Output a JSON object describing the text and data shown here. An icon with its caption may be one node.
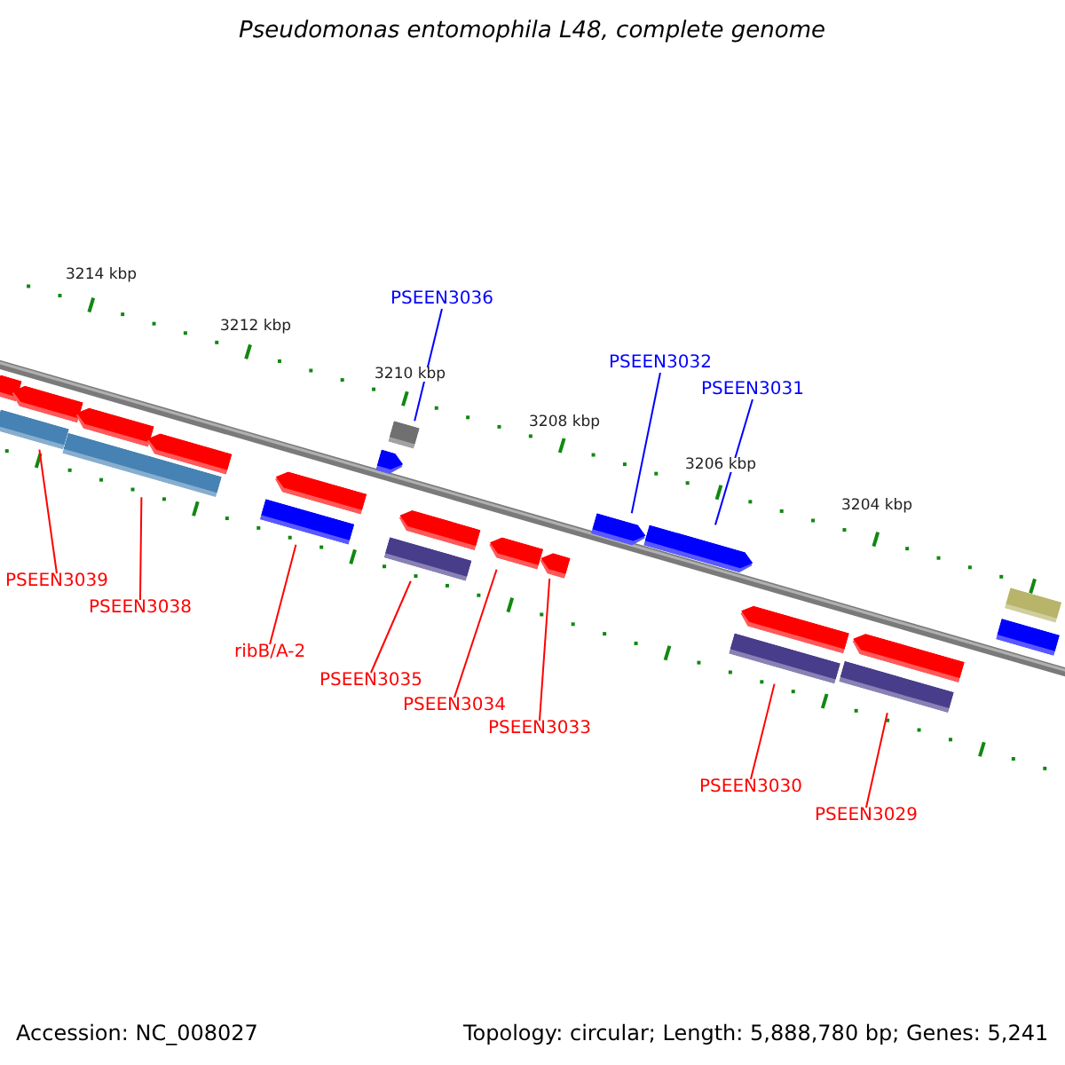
{
  "diagram": {
    "title": "Pseudomonas entomophila L48, complete genome",
    "nodes": [
      {
        "text": [
          "PSEEN3036"
        ]
      },
      {
        "text": [
          "PSEEN3032"
        ]
      },
      {
        "text": [
          "PSEEN3031"
        ]
      },
      {
        "text": [
          "PSEEN3039"
        ]
      },
      {
        "text": [
          "PSEEN3038"
        ]
      },
      {
        "text": [
          "ribB/A-2"
        ]
      },
      {
        "text": [
          "PSEEN3035"
        ]
      },
      {
        "text": [
          "PSEEN3034"
        ]
      },
      {
        "text": [
          "PSEEN3033"
        ]
      },
      {
        "text": [
          "PSEEN3030"
        ]
      },
      {
        "text": [
          "PSEEN3029"
        ]
      },
      {
        "text": [],
        "shape": "arrow"
      },
      {
        "text": [],
        "shape": "bar"
      },
      {
        "text": [],
        "shape": "arrow"
      },
      {
        "text": [],
        "shape": "arrow"
      },
      {
        "text": [],
        "shape": "bar"
      },
      {
        "text": [],
        "shape": "arrow"
      },
      {
        "text": [],
        "shape": "bar"
      },
      {
        "text": [],
        "shape": "arrow"
      },
      {
        "text": [],
        "shape": "arrow"
      },
      {
        "text": [],
        "shape": "bar"
      },
      {
        "text": [],
        "shape": "bar"
      },
      {
        "text": [],
        "shape": "arrow"
      },
      {
        "text": [],
        "shape": "arrow"
      },
      {
        "text": [],
        "shape": "arrow"
      },
      {
        "text": [],
        "shape": "arrow"
      },
      {
        "text": [],
        "shape": "arrow"
      },
      {
        "text": [],
        "shape": "bar"
      },
      {
        "text": [],
        "shape": "arrow"
      },
      {
        "text": [],
        "shape": "bar"
      },
      {
        "text": [],
        "shape": "arrow"
      },
      {
        "text": [],
        "shape": "bar"
      },
      {
        "text": [],
        "shape": "bar"
      }
    ],
    "edges": [
      {
        "from": 0,
        "to": 20,
        "arrow": "none",
        "color": "#0000ff"
      },
      {
        "from": 1,
        "to": 25,
        "arrow": "none",
        "color": "#0000ff"
      },
      {
        "from": 2,
        "to": 26,
        "arrow": "none",
        "color": "#0000ff"
      },
      {
        "from": 3,
        "to": 12,
        "arrow": "none"
      },
      {
        "from": 4,
        "to": 15,
        "arrow": "none"
      },
      {
        "from": 5,
        "to": 17,
        "arrow": "none"
      },
      {
        "from": 6,
        "to": 21,
        "arrow": "none"
      },
      {
        "from": 7,
        "to": 23,
        "arrow": "none"
      },
      {
        "from": 8,
        "to": 24,
        "arrow": "none"
      },
      {
        "from": 9,
        "to": 27,
        "arrow": "none"
      },
      {
        "from": 10,
        "to": 29,
        "arrow": "none"
      }
    ],
    "labels": [
      "3214 kbp",
      "3212 kbp",
      "3210 kbp",
      "3208 kbp",
      "3206 kbp",
      "3204 kbp",
      "Accession: NC_008027",
      "Topology: circular; Length: 5,888,780 bp; Genes: 5,241"
    ]
  }
}
